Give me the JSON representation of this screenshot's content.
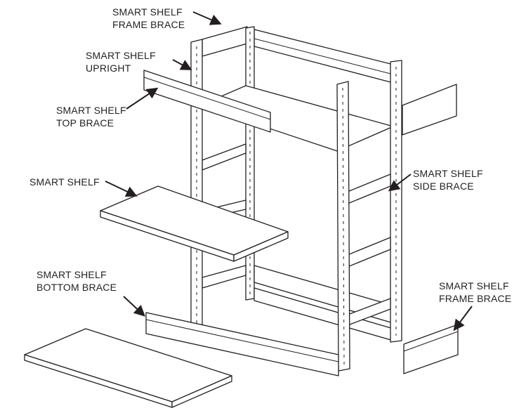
{
  "labels": {
    "frame_brace_top": [
      "SMART SHELF",
      "FRAME BRACE"
    ],
    "upright": [
      "SMART SHELF",
      "UPRIGHT"
    ],
    "top_brace": [
      "SMART SHELF",
      "TOP BRACE"
    ],
    "shelf": [
      "SMART SHELF"
    ],
    "side_brace": [
      "SMART SHELF",
      "SIDE BRACE"
    ],
    "bottom_brace": [
      "SMART SHELF",
      "BOTTOM BRACE"
    ],
    "frame_brace_right": [
      "SMART SHELF",
      "FRAME BRACE"
    ]
  }
}
